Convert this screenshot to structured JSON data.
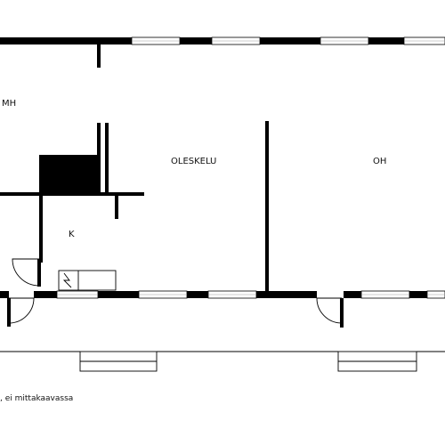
{
  "rooms": {
    "mh": "MH",
    "oleskelu": "OLESKELU",
    "oh": "OH",
    "k": "K"
  },
  "footnote": ", ei mittakaavassa",
  "colors": {
    "wall": "#000000",
    "window_pane": "#9a9a9a",
    "background": "#ffffff"
  }
}
